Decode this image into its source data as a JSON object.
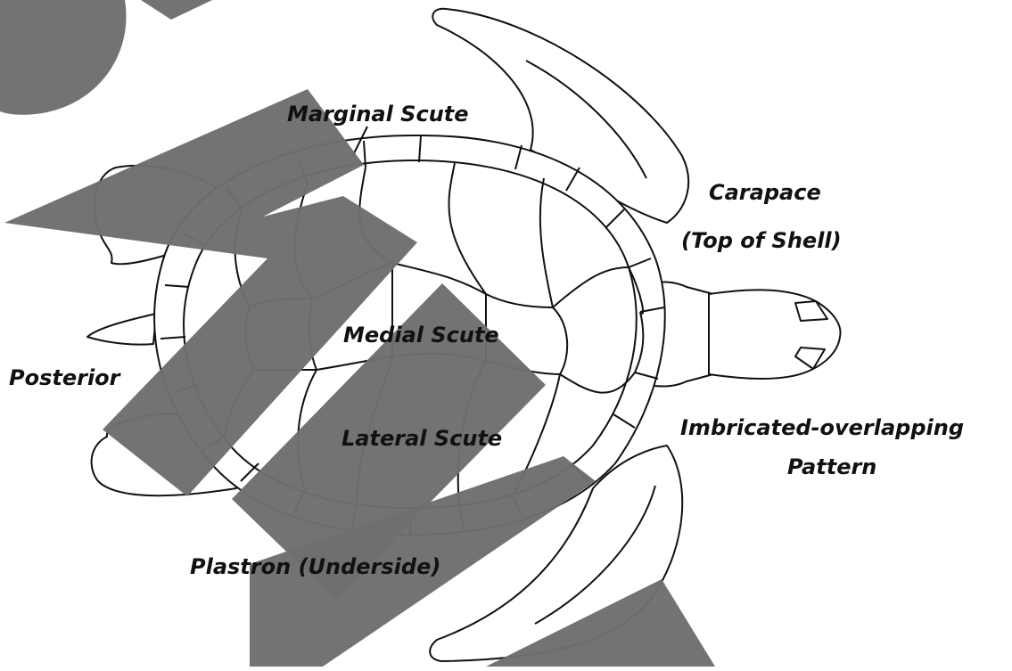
{
  "labels": {
    "marginal_scute": "Marginal Scute",
    "carapace_line1": "Carapace",
    "carapace_line2": "(Top of Shell)",
    "medial_scute": "Medial Scute",
    "posterior": "Posterior",
    "lateral_scute": "Lateral Scute",
    "imbricated_line1": "Imbricated-overlapping",
    "imbricated_line2": "Pattern",
    "plastron": "Plastron (Underside)"
  },
  "colors": {
    "outline": "#111111",
    "fill": "#ffffff",
    "watermark": "#6e6e6e"
  }
}
